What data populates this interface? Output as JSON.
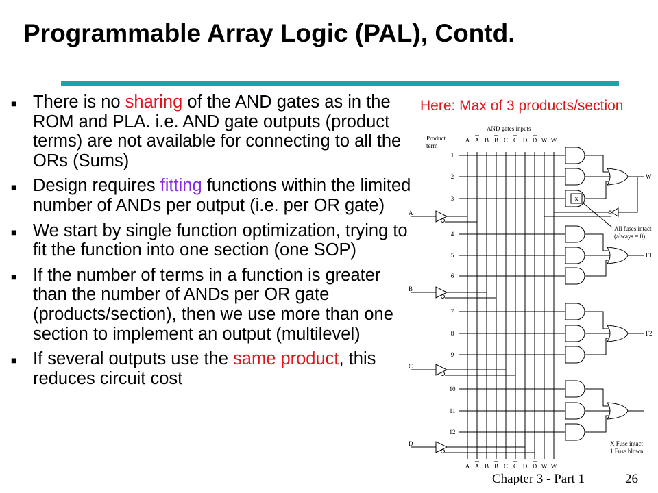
{
  "slide": {
    "title": "Programmable Array Logic (PAL), Contd.",
    "accent_color": "#1ba6a6",
    "highlight_red": "#e0141b",
    "highlight_purple": "#8a2be2",
    "callout": "Here: Max of 3 products/section",
    "footer_chapter": "Chapter 3 - Part 1",
    "footer_page": "26"
  },
  "bullets": [
    {
      "parts": [
        {
          "text": "There is no "
        },
        {
          "text": "sharing",
          "style": "red"
        },
        {
          "text": " of the AND gates as in the ROM and PLA. i.e. AND gate outputs (product terms) are not available for connecting to all the ORs (Sums)"
        }
      ]
    },
    {
      "parts": [
        {
          "text": "Design requires "
        },
        {
          "text": "fitting",
          "style": "purple"
        },
        {
          "text": " functions within the limited number of ANDs per output (i.e. per OR gate)"
        }
      ]
    },
    {
      "parts": [
        {
          "text": "We start by single function optimization, trying to fit the function into one section (one SOP)"
        }
      ]
    },
    {
      "parts": [
        {
          "text": "If the number of terms in a function is greater than the number of ANDs per OR gate (products/section), then we use more than one section to implement an output (multilevel)"
        }
      ]
    },
    {
      "parts": [
        {
          "text": "If several outputs use the "
        },
        {
          "text": "same product",
          "style": "red"
        },
        {
          "text": ", this reduces circuit cost"
        }
      ]
    }
  ],
  "diagram": {
    "and_gates_inputs_label": "AND gates inputs",
    "product_label": "Product",
    "term_label": "term",
    "column_labels": [
      "A",
      "A",
      "B",
      "B",
      "C",
      "C",
      "D",
      "D",
      "W",
      "W"
    ],
    "column_complement": [
      false,
      true,
      false,
      true,
      false,
      true,
      false,
      true,
      false,
      false
    ],
    "product_terms": [
      "1",
      "2",
      "3",
      "4",
      "5",
      "6",
      "7",
      "8",
      "9",
      "10",
      "11",
      "12"
    ],
    "inputs": [
      "A",
      "B",
      "C",
      "D"
    ],
    "outputs": [
      "W",
      "F1",
      "F2",
      ""
    ],
    "fuse_mark": "X",
    "all_fuses_line1": "All fuses intact",
    "all_fuses_line2": "(always = 0)",
    "legend_x": "X Fuse intact",
    "legend_blown": "1  Fuse blown"
  }
}
